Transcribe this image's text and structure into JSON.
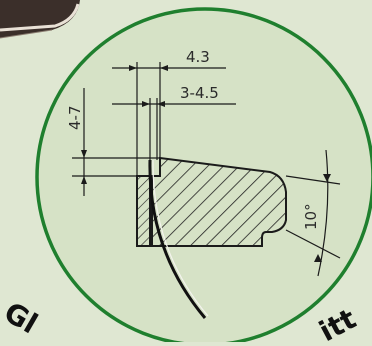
{
  "dimensions": {
    "top_width": "4.3",
    "top_width_range": "3-4.5",
    "left_height": "4-7",
    "angle": "10°"
  },
  "caption_fragments": {
    "left": "Gl",
    "right": "itt"
  },
  "colors": {
    "background": "#dfe7d2",
    "circle_fill": "#d6e2c6",
    "circle_stroke": "#1f7f2e",
    "line": "#1b1b1b",
    "hatch": "#202020",
    "thumbnail": "#3b2f2a"
  }
}
